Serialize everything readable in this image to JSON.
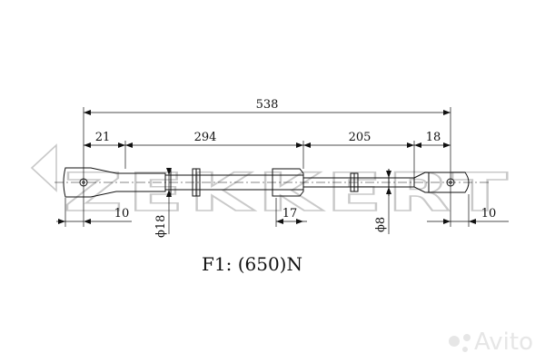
{
  "watermark": {
    "brand": "ZEKKERT"
  },
  "overlay": {
    "avito": "Avito"
  },
  "dimensions": {
    "overall_length": "538",
    "left_end_length": "21",
    "body_length": "294",
    "rod_length": "205",
    "right_end_length": "18",
    "left_eye_offset": "10",
    "body_diameter": "ϕ18",
    "body_end_offset": "17",
    "rod_diameter": "ϕ8",
    "right_eye_offset": "10"
  },
  "force_label": "F1:  (650)N"
}
